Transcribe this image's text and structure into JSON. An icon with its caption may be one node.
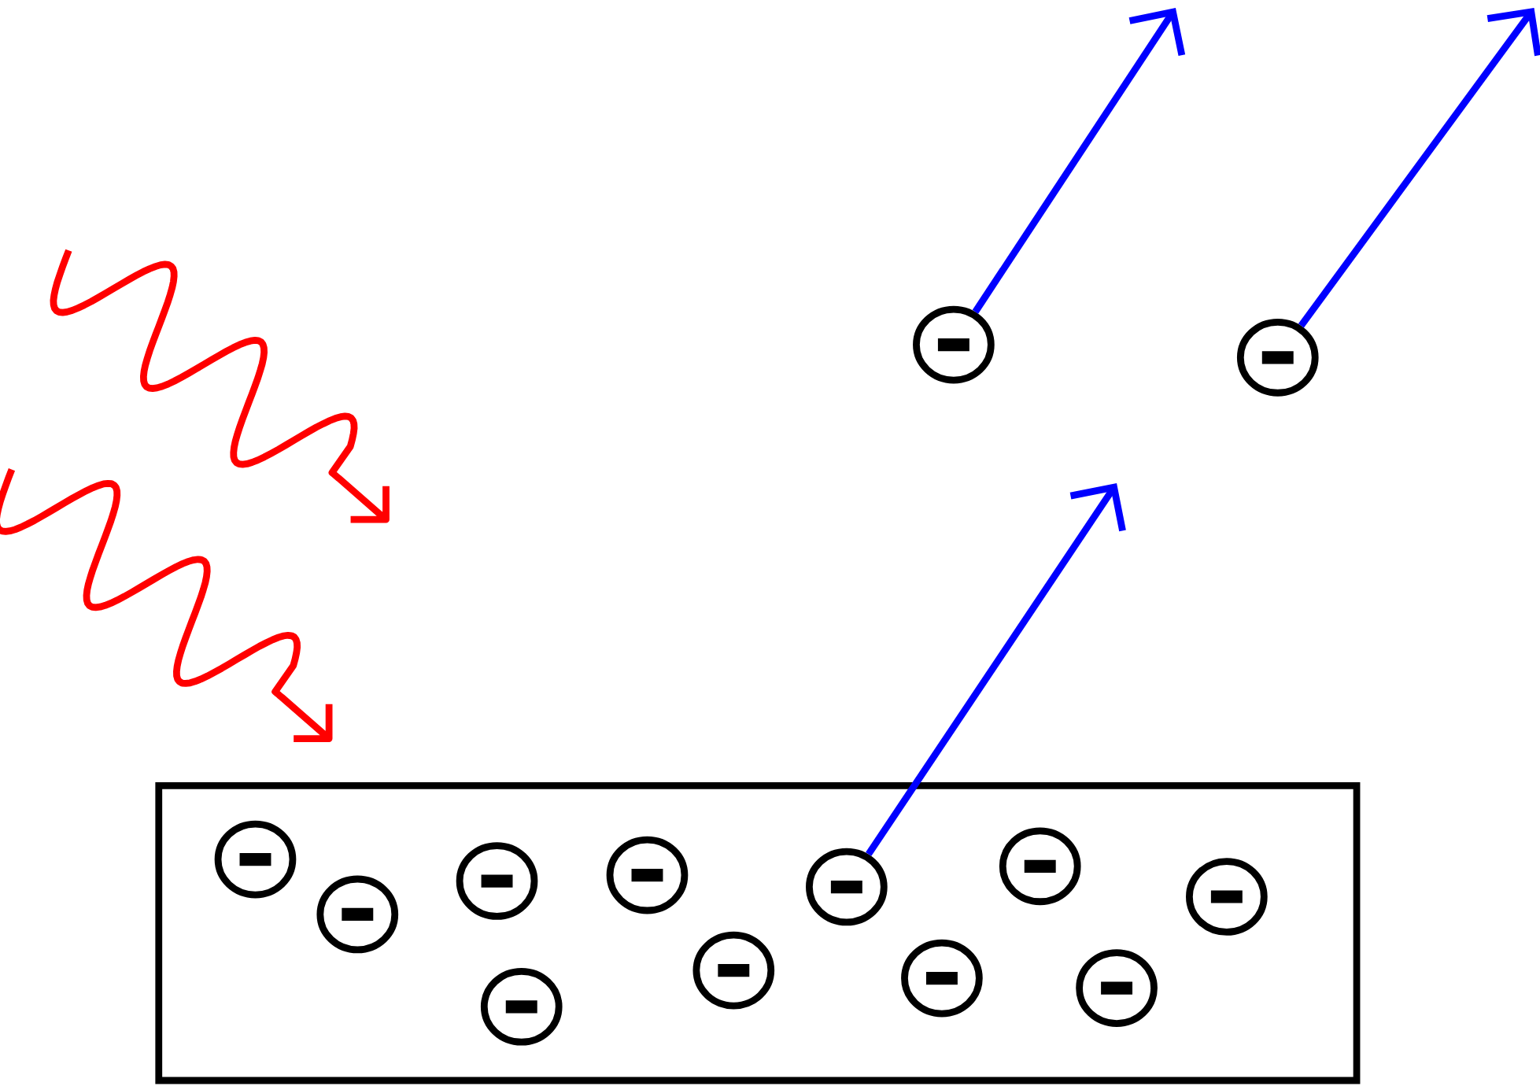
{
  "diagram": {
    "nodes": [
      {
        "text": [],
        "shape": "box"
      },
      {
        "text": [],
        "shape": "circle",
        "in": 0
      },
      {
        "text": [],
        "shape": "circle",
        "in": 0
      },
      {
        "text": [],
        "shape": "circle",
        "in": 0
      },
      {
        "text": [],
        "shape": "circle",
        "in": 0
      },
      {
        "text": [],
        "shape": "circle",
        "in": 0
      },
      {
        "text": [],
        "shape": "circle",
        "in": 0
      },
      {
        "text": [],
        "shape": "circle",
        "in": 0
      },
      {
        "text": [],
        "shape": "circle",
        "in": 0
      },
      {
        "text": [],
        "shape": "circle",
        "in": 0
      },
      {
        "text": [],
        "shape": "circle",
        "in": 0
      },
      {
        "text": [],
        "shape": "circle",
        "in": 0
      },
      {
        "text": [],
        "shape": "circle"
      },
      {
        "text": [],
        "shape": "circle"
      }
    ],
    "edges": [
      {
        "from": 12,
        "to": null,
        "arrow": "to"
      },
      {
        "from": 13,
        "to": null,
        "arrow": "to"
      },
      {
        "from": 7,
        "to": null,
        "arrow": "to"
      }
    ]
  }
}
